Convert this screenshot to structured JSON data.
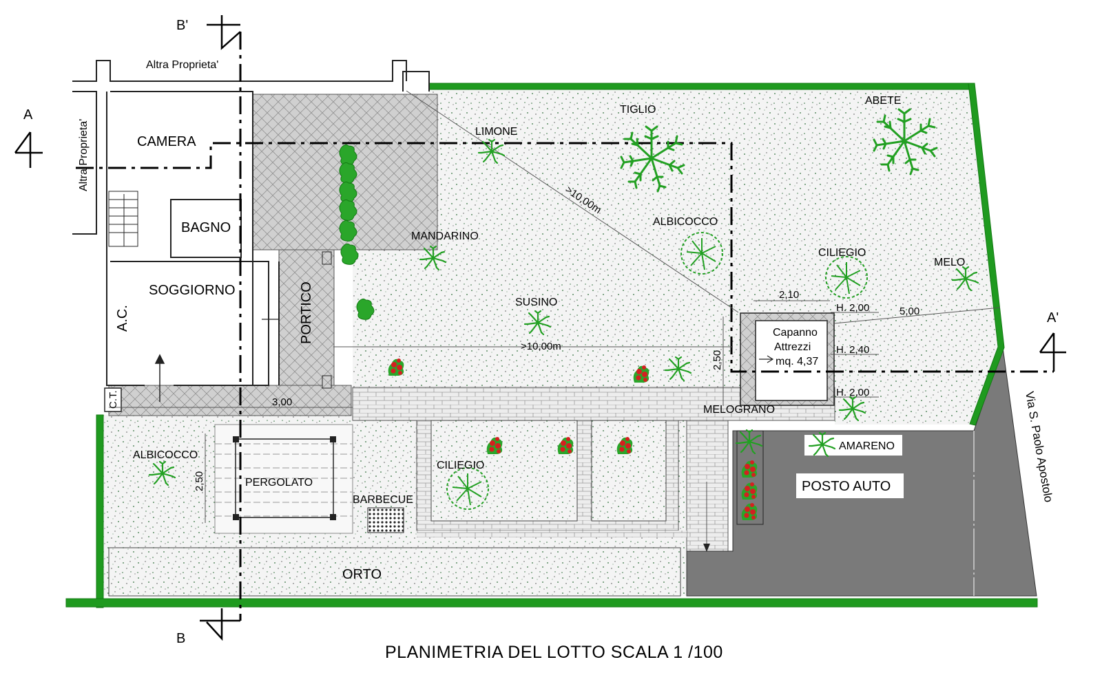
{
  "title": "PLANIMETRIA DEL LOTTO SCALA 1 /100",
  "sections": {
    "a": "A",
    "a_prime": "A'",
    "b": "B",
    "b_prime": "B'"
  },
  "neighbours": {
    "top": "Altra Proprieta'",
    "left": "Altra Proprieta'"
  },
  "street": "Via S. Paolo Apostolo",
  "rooms": {
    "camera": "CAMERA",
    "bagno": "BAGNO",
    "soggiorno": "SOGGIORNO",
    "ac": "A.C.",
    "ct": "C.T.",
    "portico": "PORTICO"
  },
  "garden": {
    "pergolato": "PERGOLATO",
    "barbecue": "BARBECUE",
    "orto": "ORTO",
    "posto_auto": "POSTO AUTO",
    "capanno_line1": "Capanno",
    "capanno_line2": "Attrezzi",
    "capanno_area": "mq. 4,37"
  },
  "trees": {
    "tiglio": "TIGLIO",
    "abete": "ABETE",
    "limone": "LIMONE",
    "albicocco_top": "ALBICOCCO",
    "mandarino": "MANDARINO",
    "ciliegio_top": "CILIEGIO",
    "melo": "MELO",
    "susino": "SUSINO",
    "melograno": "MELOGRANO",
    "amareno": "AMARENO",
    "albicocco_bottom": "ALBICOCCO",
    "ciliegio_bottom": "CILIEGIO"
  },
  "dimensions": {
    "diag_distance": ">10,00m",
    "horiz_distance": ">10,00m",
    "d_2_10": "2,10",
    "d_5_00": "5,00",
    "d_2_50_shed": "2,50",
    "d_3_00": "3,00",
    "d_2_50_pergola": "2,50",
    "h_2_00_top": "H. 2,00",
    "h_2_40": "H. 2,40",
    "h_2_00_bottom": "H. 2,00"
  },
  "colors": {
    "hedge": "#1f9a1f",
    "foliage": "#22a022",
    "flower": "#d42020",
    "paving": "#c8c8c8",
    "driveway": "#7a7a7a",
    "gravel": "#f4f4f4",
    "gravel_dots": "#2f6f3a"
  },
  "icons": {
    "tree": "tree-symbol-icon",
    "flower": "flower-bush-icon",
    "section_arrow": "section-arrow-icon"
  }
}
